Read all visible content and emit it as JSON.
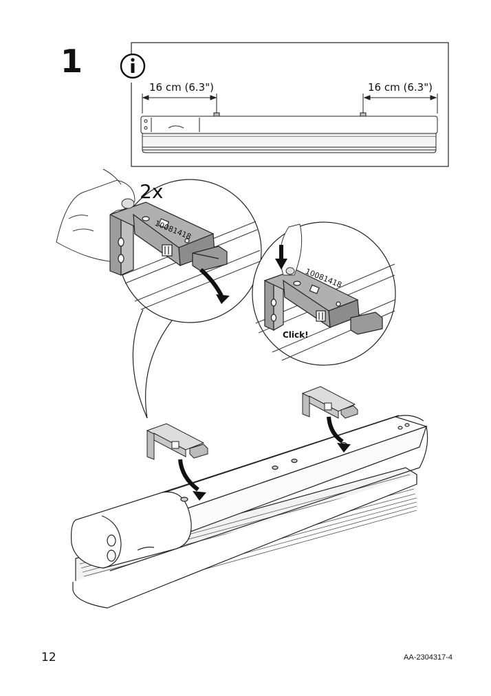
{
  "step": {
    "number": "1"
  },
  "info_panel": {
    "icon": "info-icon",
    "dimension_left": "16 cm (6.3\")",
    "dimension_right": "16 cm (6.3\")"
  },
  "detail_views": {
    "quantity": "2x",
    "part_number_1": "10081418",
    "part_number_2": "10081418",
    "click_text": "Click!"
  },
  "footer": {
    "page_number": "12",
    "document_code": "AA-2304317-4"
  }
}
